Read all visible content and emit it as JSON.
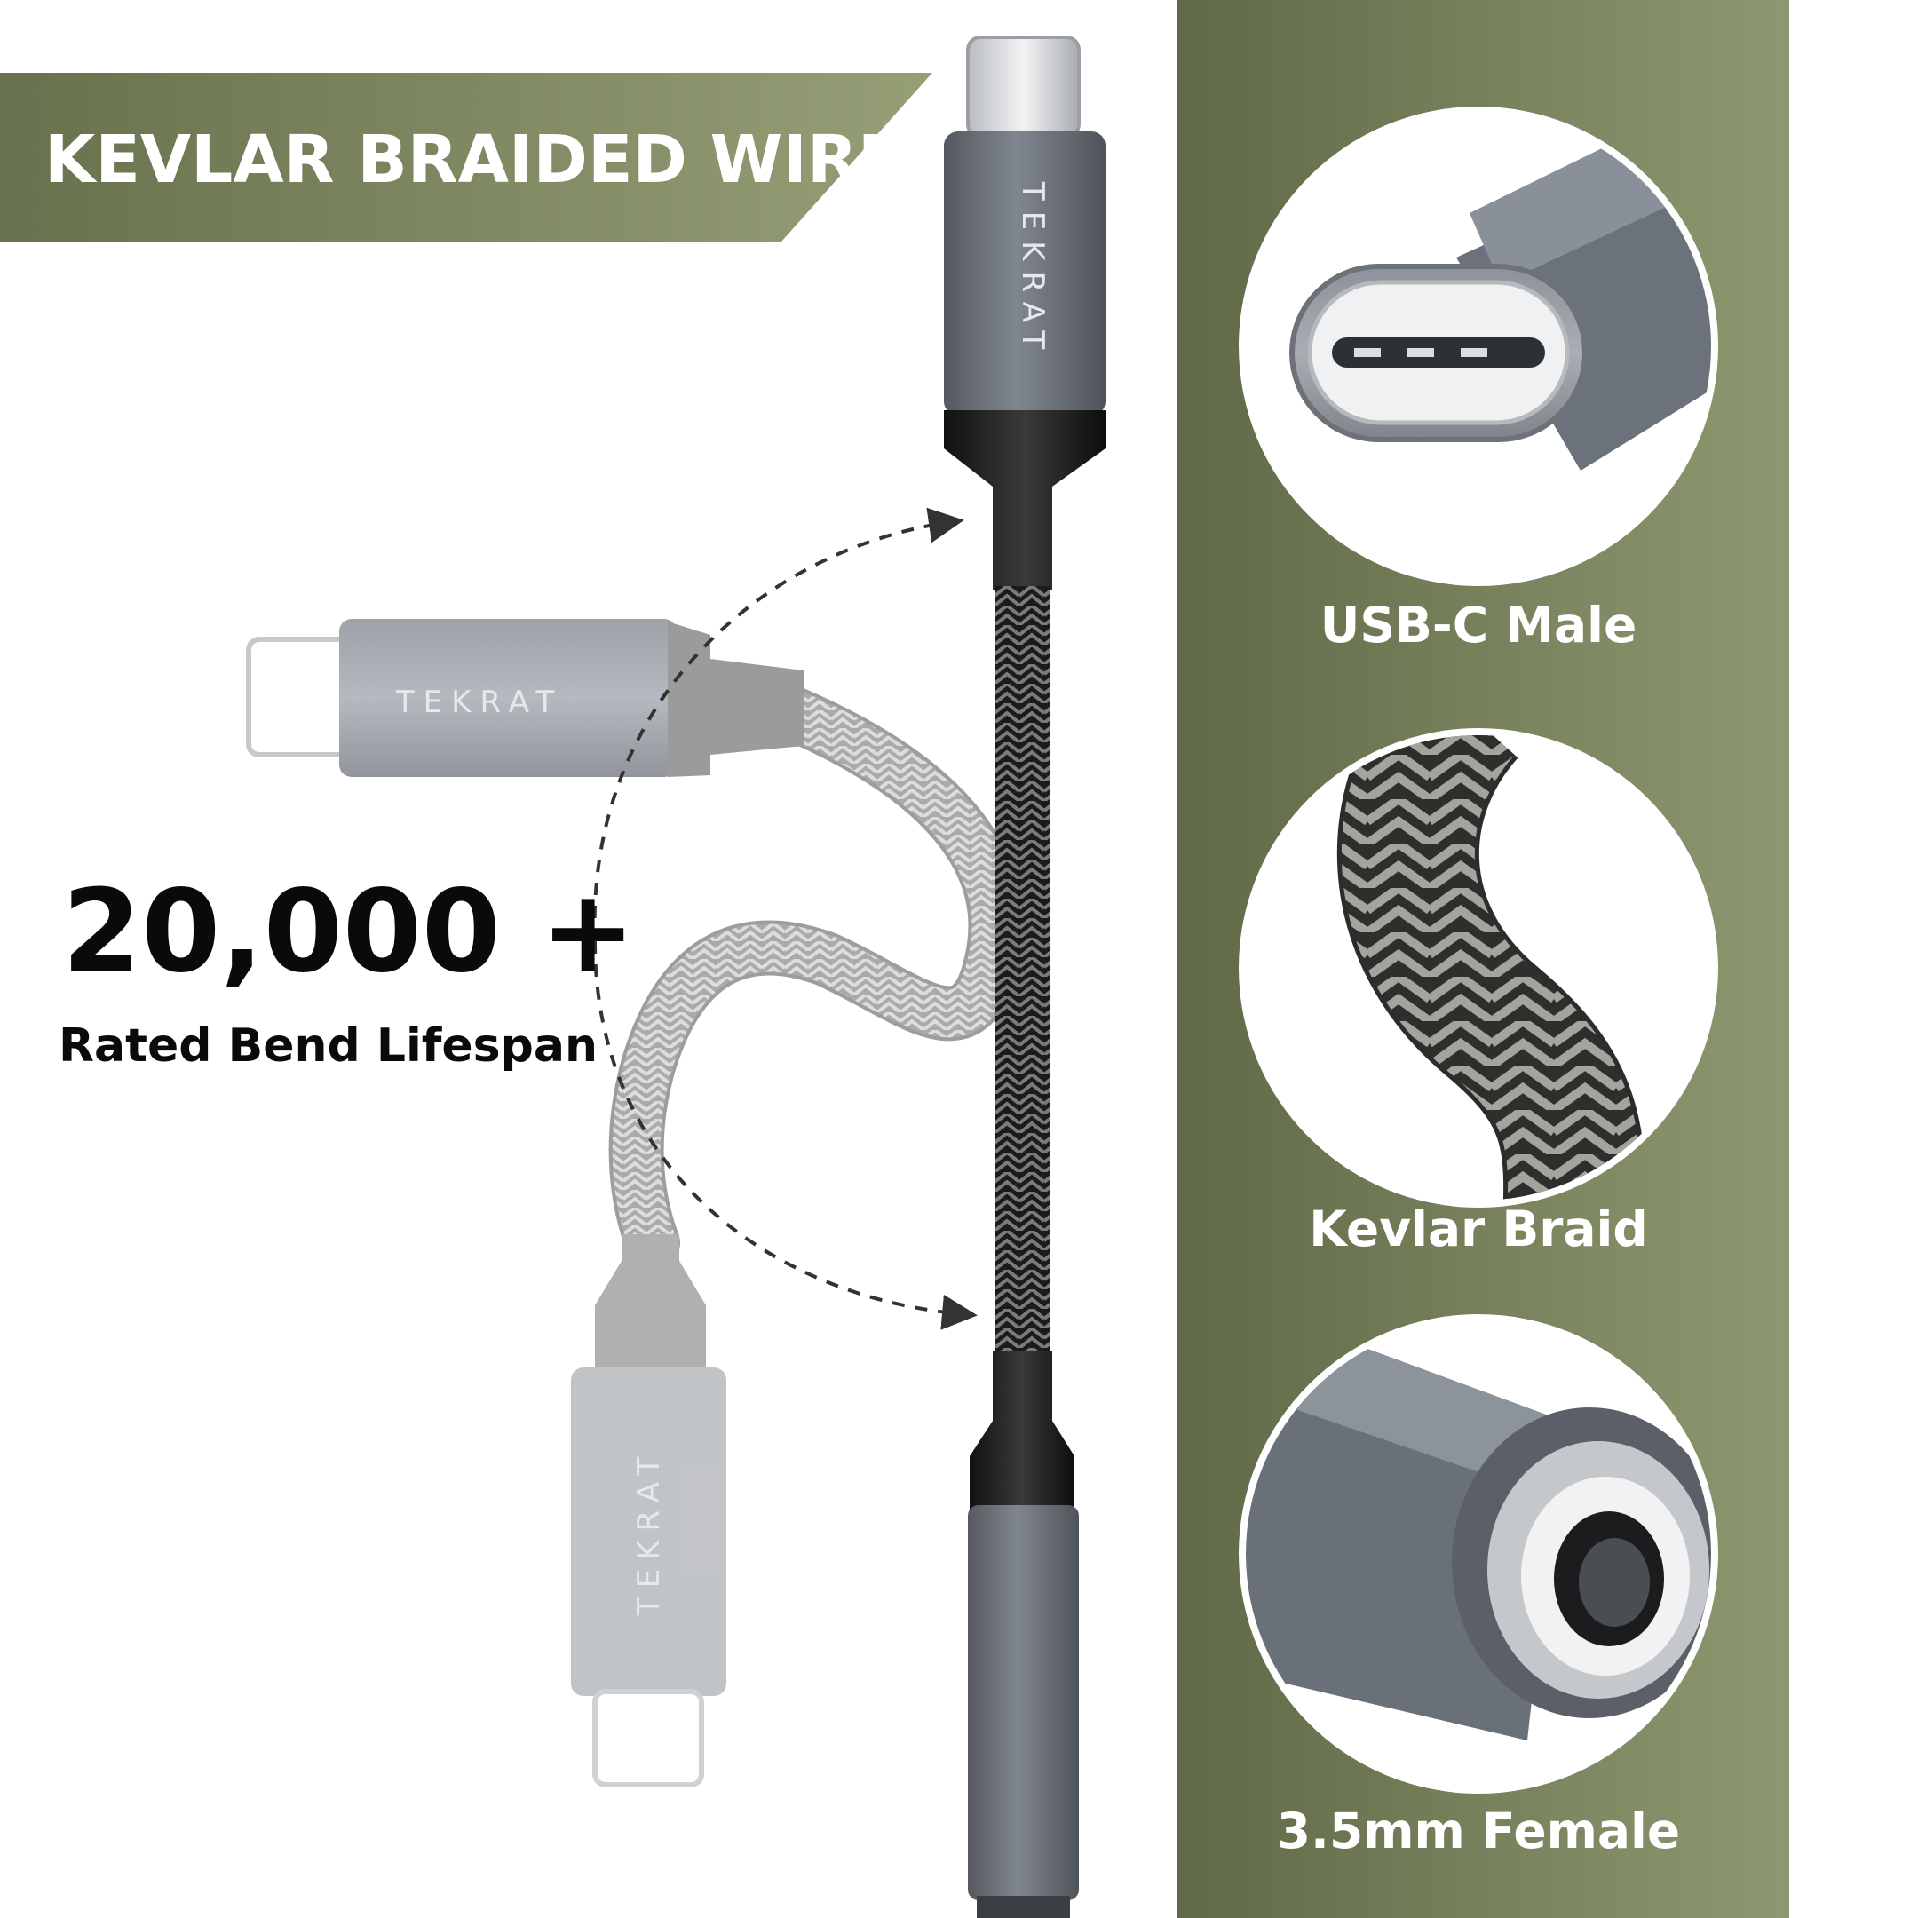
{
  "banner": {
    "title": "KEVLAR BRAIDED WIRE"
  },
  "stat": {
    "value": "20,000 +",
    "caption": "Rated Bend Lifespan"
  },
  "brand": {
    "logo_text": "TEKRAT"
  },
  "features": [
    {
      "label": "USB-C Male",
      "icon": "usb-c-connector"
    },
    {
      "label": "Kevlar Braid",
      "icon": "braided-cable"
    },
    {
      "label": "3.5mm Female",
      "icon": "audio-jack"
    }
  ],
  "colors": {
    "olive_dark": "#66704d",
    "olive_light": "#939d73",
    "connector_gray": "#676d77",
    "text_dark": "#0a0a0a"
  }
}
